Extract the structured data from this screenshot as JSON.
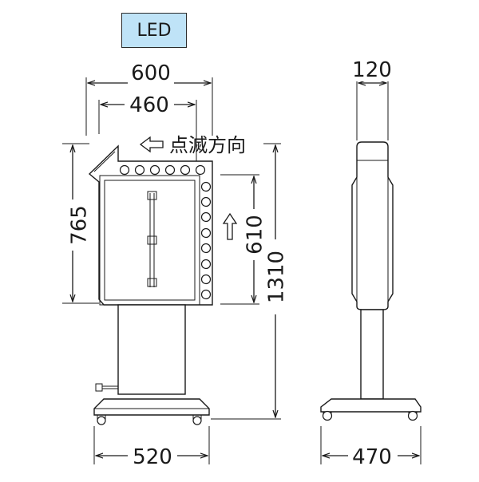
{
  "badge": {
    "label": "LED"
  },
  "front_view": {
    "width_total": "600",
    "width_inner": "460",
    "height_sign": "765",
    "height_panel": "610",
    "height_total": "1310",
    "base_width": "520",
    "blink_direction_label": "点滅方向"
  },
  "side_view": {
    "depth_top": "120",
    "base_depth": "470"
  },
  "colors": {
    "badge_fill": "#bfe3f7",
    "line": "#1a1a1a"
  },
  "icons": [
    "arrow-left-outline-icon",
    "arrow-up-outline-icon"
  ]
}
